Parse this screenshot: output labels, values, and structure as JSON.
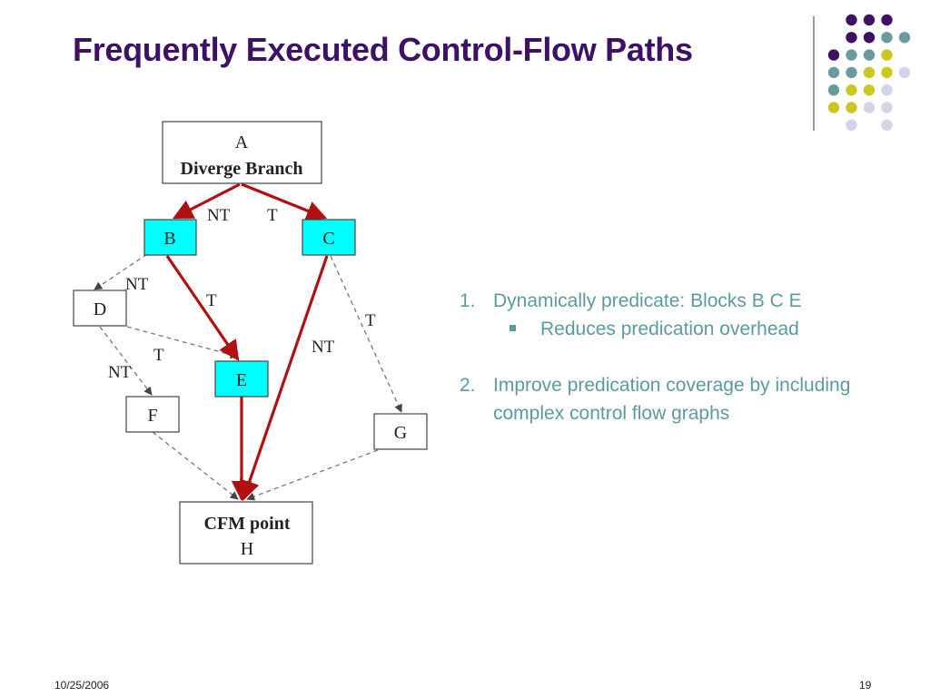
{
  "slide": {
    "title": "Frequently Executed Control-Flow Paths",
    "date": "10/25/2006",
    "page_number": "19"
  },
  "diagram": {
    "nodes": {
      "A": {
        "line1": "A",
        "line2": "Diverge Branch"
      },
      "B": {
        "label": "B"
      },
      "C": {
        "label": "C"
      },
      "D": {
        "label": "D"
      },
      "E": {
        "label": "E"
      },
      "F": {
        "label": "F"
      },
      "G": {
        "label": "G"
      },
      "H": {
        "line1": "CFM point",
        "line2": "H"
      }
    },
    "edge_labels": {
      "A_B": "NT",
      "A_C": "T",
      "B_D": "NT",
      "B_E": "T",
      "D_E": "T",
      "D_F": "NT",
      "C_G": "T",
      "C_H": "NT"
    },
    "colors": {
      "highlight_fill": "#00ffff",
      "hot_edge": "#b01010",
      "cold_edge": "#666666"
    }
  },
  "bullets": {
    "item1": {
      "number": "1.",
      "text": "Dynamically predicate: Blocks B C E"
    },
    "item1_sub": "Reduces predication overhead",
    "item2": {
      "number": "2.",
      "text": "Improve predication coverage by including complex control flow graphs"
    }
  },
  "theme": {
    "title_color": "#3d1166",
    "accent_teal": "#5b9aa0",
    "dot_purple": "#3d1166",
    "dot_teal": "#6a9a9d",
    "dot_yellow": "#c8c81e",
    "dot_lavender": "#d4d4e6"
  }
}
